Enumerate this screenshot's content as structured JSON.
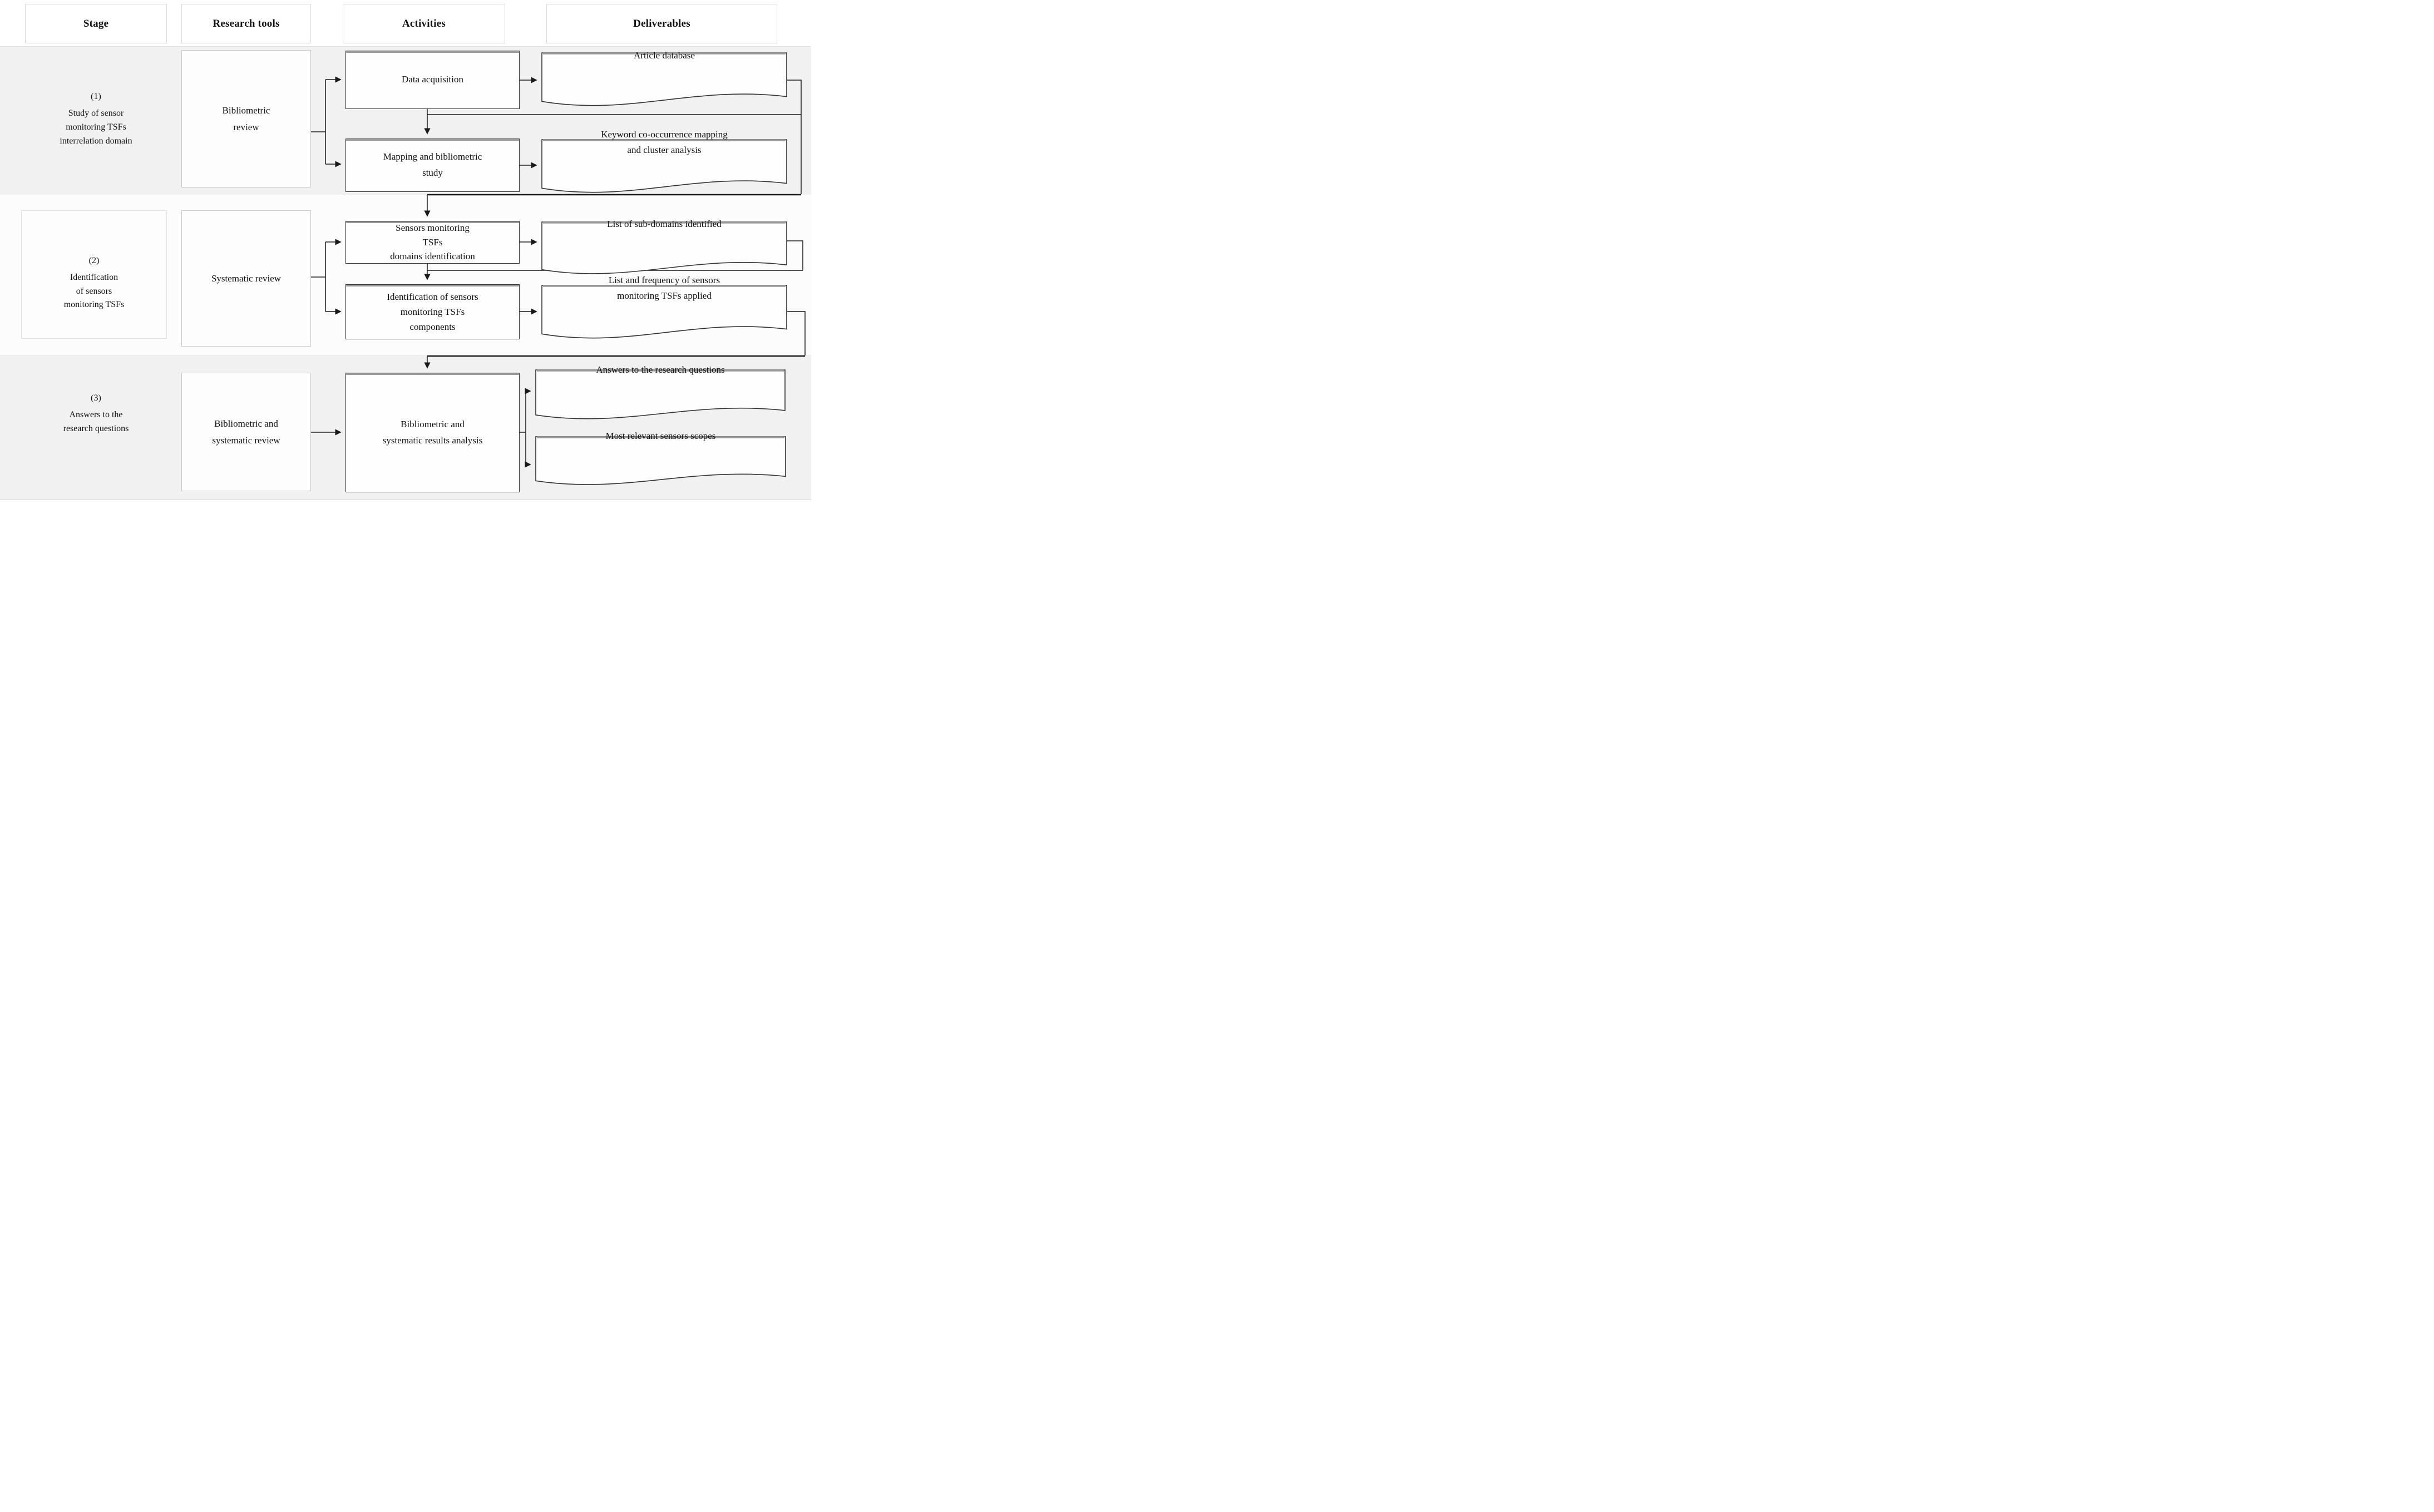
{
  "figure": {
    "type": "research-methodology-flowchart",
    "colors": {
      "band_gray": "#f1f1f1",
      "band_light": "#fcfcfc",
      "box_border_dark": "#333333",
      "box_top_strip": "#9a9a9a",
      "light_border": "#c9c9c9",
      "connector": "#1a1a1a"
    }
  },
  "header": {
    "columns": [
      {
        "label": "Stage"
      },
      {
        "label": "Research tools"
      },
      {
        "label": "Activities"
      },
      {
        "label": "Deliverables"
      }
    ]
  },
  "stages": [
    {
      "number": "(1)",
      "label": "Study of sensor\nmonitoring TSFs\ninterrelation domain",
      "tool": "Bibliometric\nreview",
      "activities": [
        {
          "label": "Data acquisition"
        },
        {
          "label": "Mapping and bibliometric\nstudy"
        }
      ],
      "deliverables": [
        {
          "label": "Article database"
        },
        {
          "label": "Keyword co-occurrence mapping\nand cluster analysis"
        }
      ]
    },
    {
      "number": "(2)",
      "label": "Identification\nof sensors\nmonitoring TSFs",
      "tool": "Systematic review",
      "activities": [
        {
          "label": "Sensors monitoring\nTSFs\ndomains identification"
        },
        {
          "label": "Identification of sensors\nmonitoring TSFs\ncomponents"
        }
      ],
      "deliverables": [
        {
          "label": "List of sub-domains identified"
        },
        {
          "label": "List and frequency of sensors\nmonitoring TSFs applied"
        }
      ]
    },
    {
      "number": "(3)",
      "label": "Answers to the\nresearch questions",
      "tool": "Bibliometric and\nsystematic review",
      "activities": [
        {
          "label": "Bibliometric and\nsystematic results analysis"
        }
      ],
      "deliverables": [
        {
          "label": "Answers to the research questions"
        },
        {
          "label": "Most relevant sensors scopes"
        }
      ]
    }
  ]
}
